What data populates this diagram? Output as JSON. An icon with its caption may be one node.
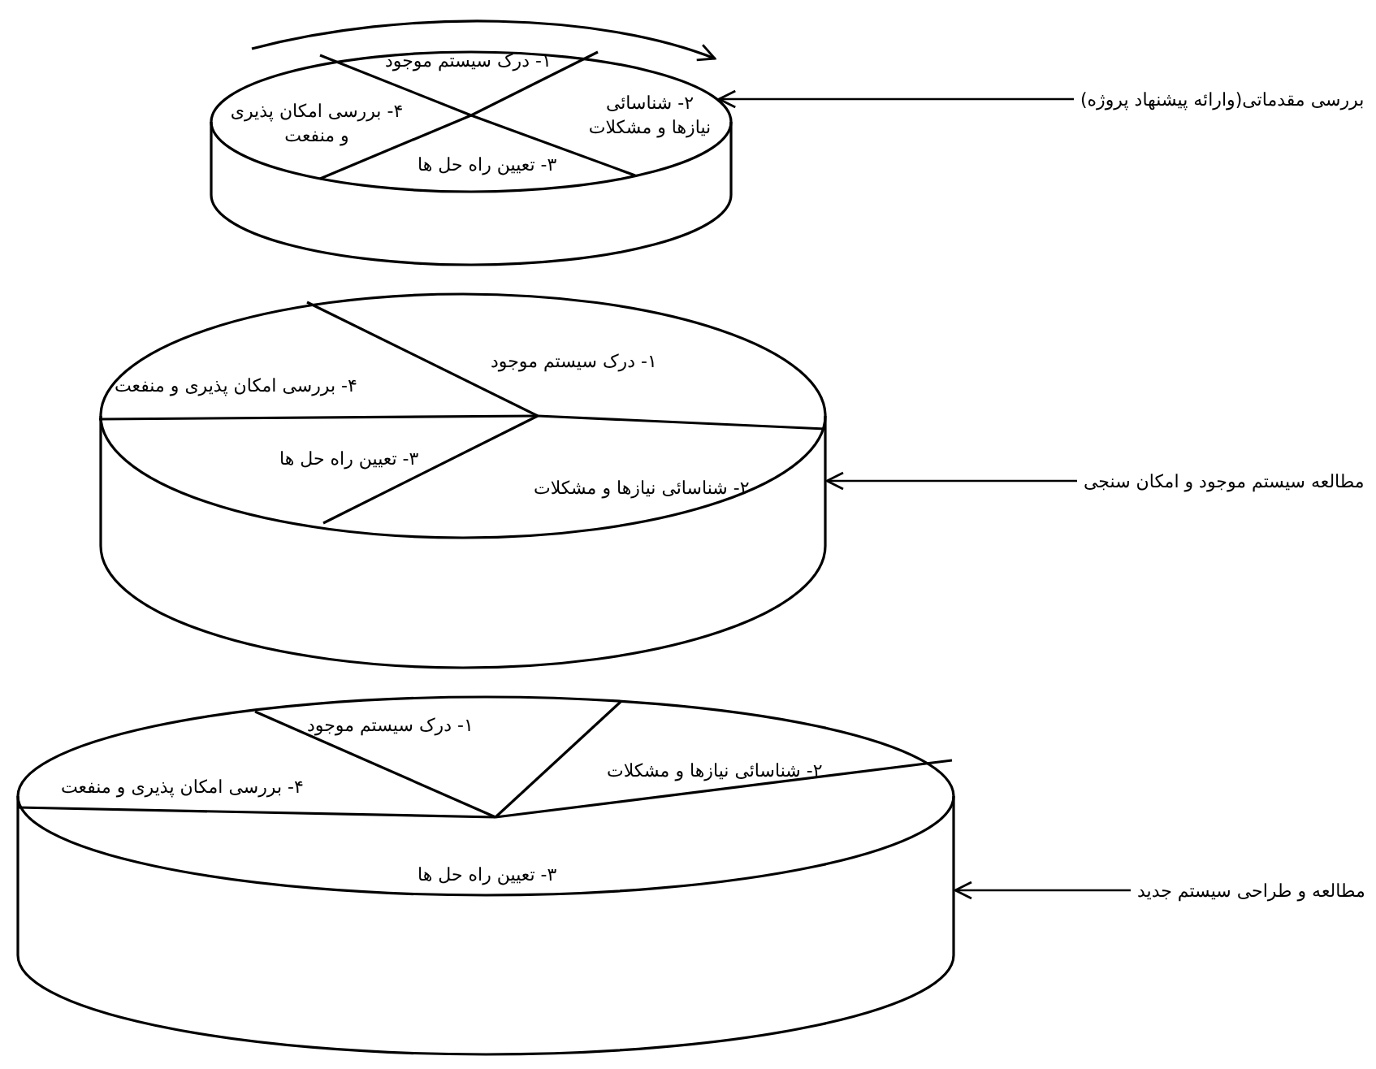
{
  "diagram": {
    "nodes": [
      {
        "text": [],
        "shape": "cylinder"
      },
      {
        "text": [
          "۱- درک سیستم موجود"
        ],
        "in": 0
      },
      {
        "text": [
          "۲- شناسائی نیازها و مشکلات"
        ],
        "in": 0
      },
      {
        "text": [
          "۳- تعیین راه حل ها"
        ],
        "in": 0
      },
      {
        "text": [
          "۴- بررسی امکان پذیری و منفعت"
        ],
        "in": 0
      },
      {
        "text": [
          "بررسی مقدماتی(وارائه پیشنهاد پروژه)"
        ]
      },
      {
        "text": [],
        "shape": "cylinder"
      },
      {
        "text": [
          "۱- درک سیستم موجود"
        ],
        "in": 6
      },
      {
        "text": [
          "۲- شناسائی نیازها و مشکلات"
        ],
        "in": 6
      },
      {
        "text": [
          "۳- تعیین راه حل ها"
        ],
        "in": 6
      },
      {
        "text": [
          "۴- بررسی امکان پذیری و منفعت"
        ],
        "in": 6
      },
      {
        "text": [
          "مطالعه سیستم موجود و امکان سنجی"
        ]
      },
      {
        "text": [],
        "shape": "cylinder"
      },
      {
        "text": [
          "۱- درک سیستم موجود"
        ],
        "in": 12
      },
      {
        "text": [
          "۲- شناسائی نیازها و مشکلات"
        ],
        "in": 12
      },
      {
        "text": [
          "۳- تعیین راه حل ها"
        ],
        "in": 12
      },
      {
        "text": [
          "۴- بررسی امکان پذیری و منفعت"
        ],
        "in": 12
      },
      {
        "text": [
          "مطالعه و طراحی سیستم جدید"
        ]
      }
    ],
    "edges": [
      {
        "from": 5,
        "to": 0,
        "arrow": "to"
      },
      {
        "from": 11,
        "to": 6,
        "arrow": "to"
      },
      {
        "from": 17,
        "to": 12,
        "arrow": "to"
      }
    ]
  }
}
